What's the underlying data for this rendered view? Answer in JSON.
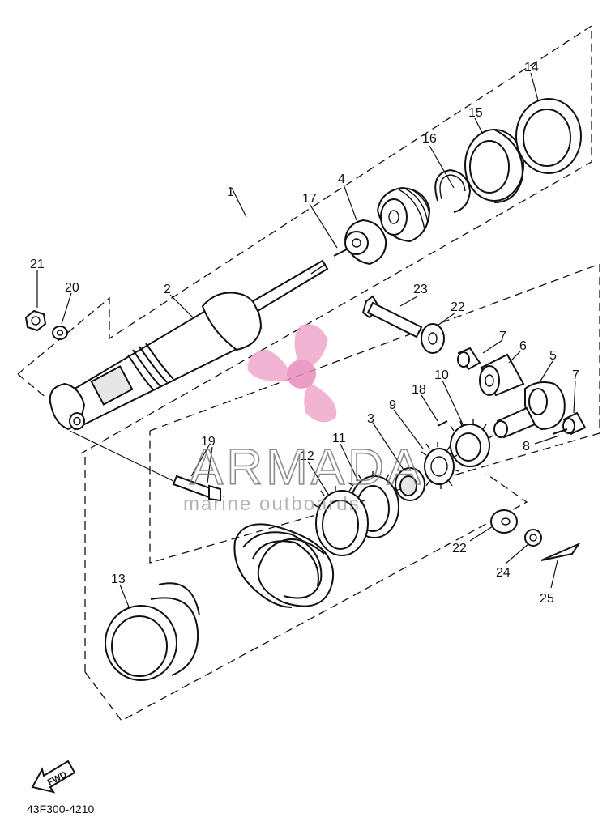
{
  "diagram": {
    "part_numbers": [
      {
        "id": "label-1",
        "text": "1"
      },
      {
        "id": "label-2",
        "text": "2"
      },
      {
        "id": "label-3",
        "text": "3"
      },
      {
        "id": "label-4",
        "text": "4"
      },
      {
        "id": "label-5",
        "text": "5"
      },
      {
        "id": "label-6",
        "text": "6"
      },
      {
        "id": "label-7a",
        "text": "7"
      },
      {
        "id": "label-7b",
        "text": "7"
      },
      {
        "id": "label-8",
        "text": "8"
      },
      {
        "id": "label-9",
        "text": "9"
      },
      {
        "id": "label-10",
        "text": "10"
      },
      {
        "id": "label-11",
        "text": "11"
      },
      {
        "id": "label-12",
        "text": "12"
      },
      {
        "id": "label-13",
        "text": "13"
      },
      {
        "id": "label-14",
        "text": "14"
      },
      {
        "id": "label-15",
        "text": "15"
      },
      {
        "id": "label-16",
        "text": "16"
      },
      {
        "id": "label-17",
        "text": "17"
      },
      {
        "id": "label-18",
        "text": "18"
      },
      {
        "id": "label-19",
        "text": "19"
      },
      {
        "id": "label-20",
        "text": "20"
      },
      {
        "id": "label-21",
        "text": "21"
      },
      {
        "id": "label-22a",
        "text": "22"
      },
      {
        "id": "label-22b",
        "text": "22"
      },
      {
        "id": "label-23",
        "text": "23"
      },
      {
        "id": "label-24",
        "text": "24"
      },
      {
        "id": "label-25",
        "text": "25"
      }
    ],
    "fwd_label": "FWD",
    "drawing_code": "43F300-4210"
  },
  "watermark": {
    "brand": "ARMADA",
    "tagline": "marine outboards",
    "color_propeller": "#f0a8cc",
    "color_hub": "#e88cbb"
  }
}
